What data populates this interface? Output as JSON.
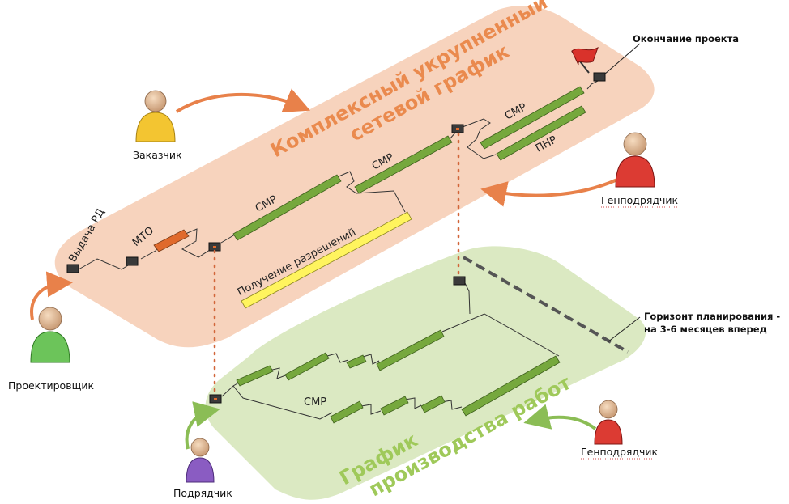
{
  "diagram": {
    "top_panel_title_line1": "Комплексный укрупненный",
    "top_panel_title_line2": "сетевой график",
    "bottom_panel_title_line1": "График",
    "bottom_panel_title_line2": "производства работ",
    "labels": {
      "issue_rd": "Выдача РД",
      "mto": "МТО",
      "smr1": "СМР",
      "smr2": "СМР",
      "smr3": "СМР",
      "pnr": "ПНР",
      "permits": "Получение разрешений",
      "smr_bottom": "СМР"
    },
    "annotations": {
      "project_end": "Окончание проекта",
      "horizon_line1": "Горизонт планирования -",
      "horizon_line2": "на 3-6 месяцев вперед"
    },
    "people": {
      "customer": "Заказчик",
      "general_contractor_top": "Генподрядчик",
      "designer": "Проектировщик",
      "subcontractor": "Подрядчик",
      "general_contractor_bottom": "Генподрядчик"
    },
    "colors": {
      "top_panel": "#f7d3bd",
      "bottom_panel": "#dbe9c2",
      "bar_green": "#76a83d",
      "bar_orange": "#e06a2c",
      "bar_yellow": "#fff45e",
      "arrow_orange": "#e8814a",
      "arrow_green": "#8bbd55",
      "customer_color": "#f3c531",
      "general_contractor_color": "#dc3b33",
      "designer_color": "#6cc45a",
      "subcontractor_color": "#8a5cc2"
    }
  }
}
